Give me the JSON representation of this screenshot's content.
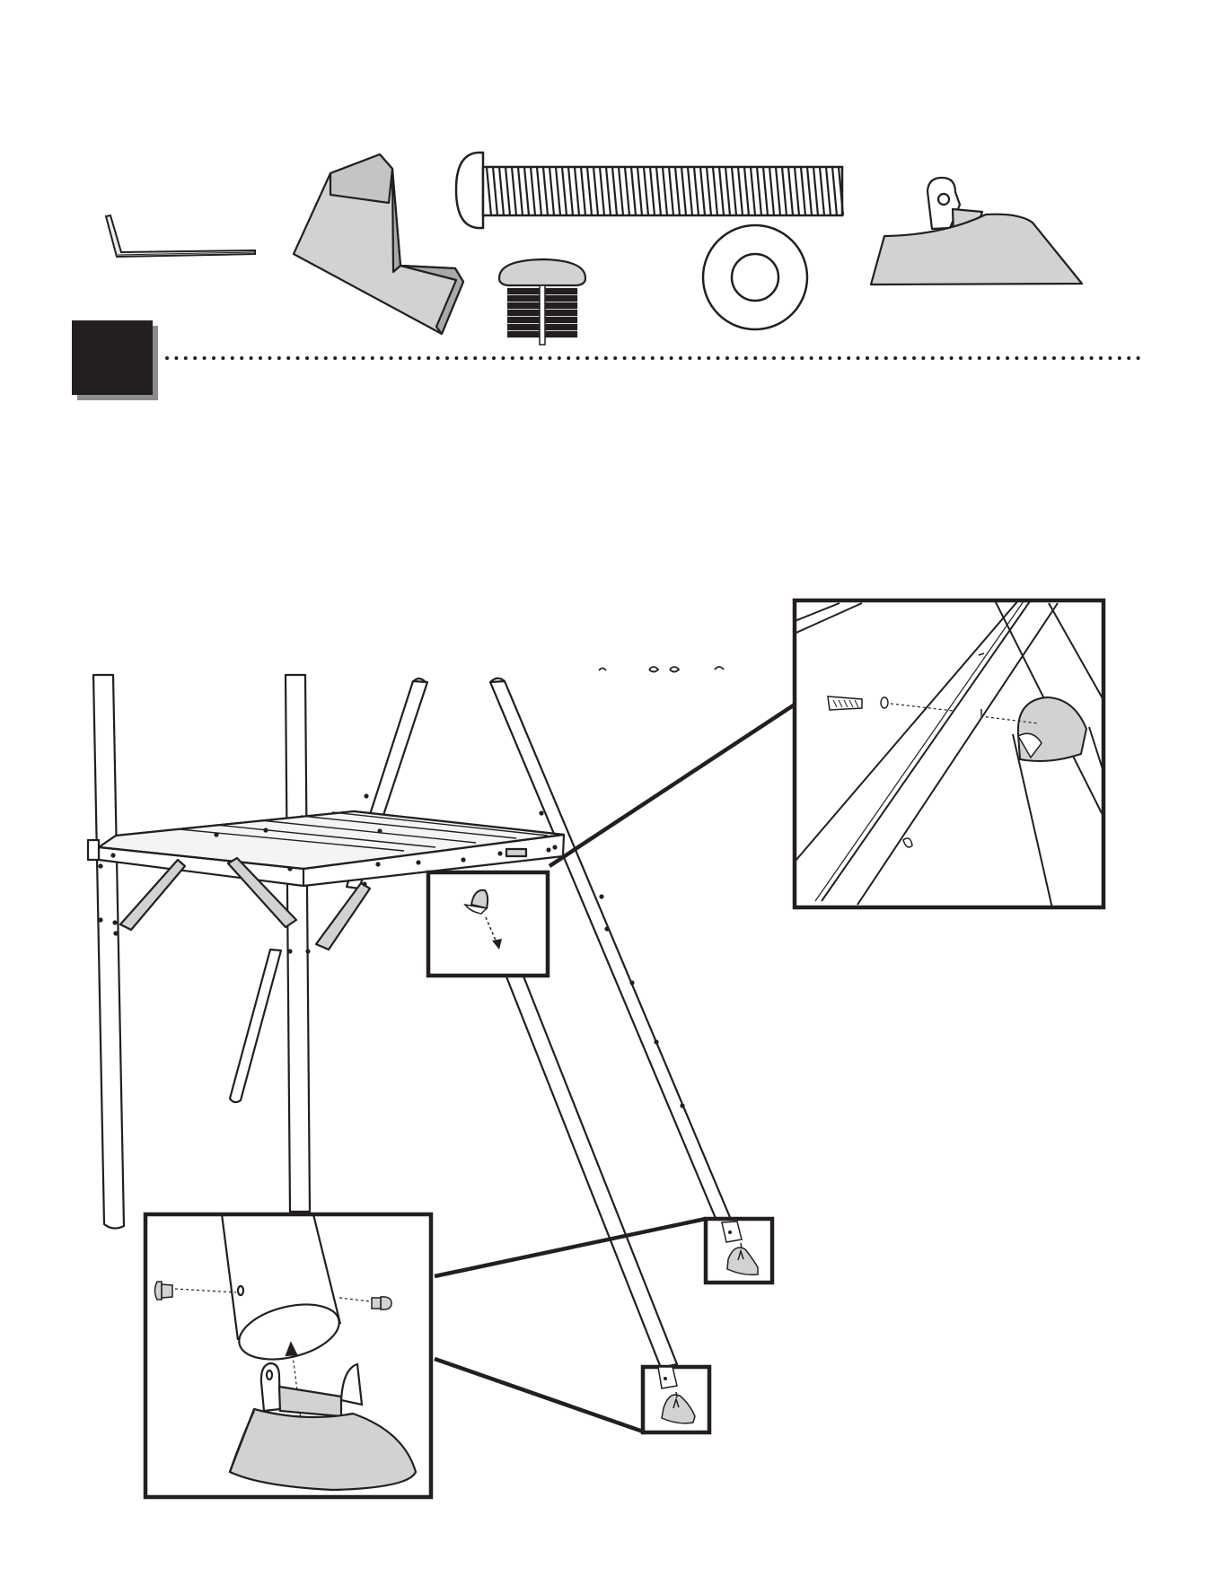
{
  "page": {
    "step_number": "",
    "colors": {
      "ink": "#231f20",
      "part_fill": "#d2d2d2",
      "part_shade": "#a9a9a9",
      "step_badge": "#231f20",
      "step_badge_shadow": "#8c8c8c",
      "paper": "#ffffff"
    }
  },
  "hardware_parts": [
    {
      "icon": "allen-wrench-icon"
    },
    {
      "icon": "corner-bracket-icon"
    },
    {
      "icon": "bolt-icon"
    },
    {
      "icon": "ribbed-plug-icon"
    },
    {
      "icon": "washer-icon"
    },
    {
      "icon": "foot-cap-icon"
    }
  ],
  "detail_views": [
    {
      "name": "top-cap-detail"
    },
    {
      "name": "bolt-cap-zoom"
    },
    {
      "name": "foot-cap-zoom"
    },
    {
      "name": "foot-small-detail-right"
    },
    {
      "name": "foot-small-detail-left"
    }
  ]
}
